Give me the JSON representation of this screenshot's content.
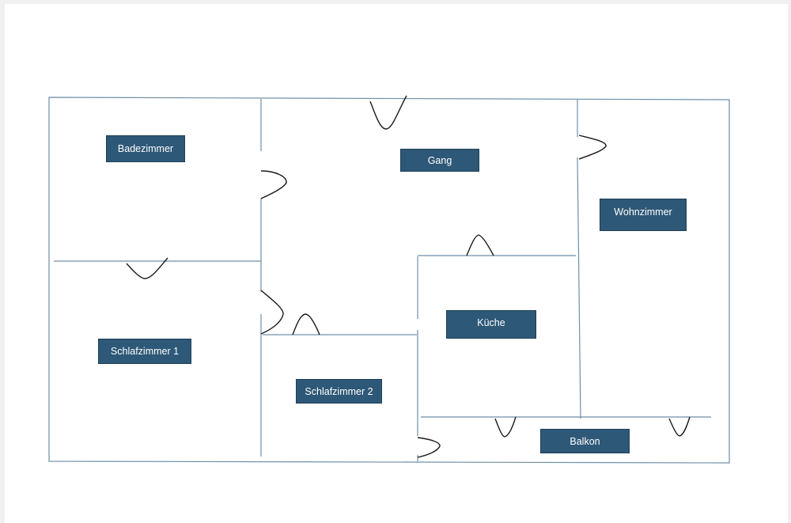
{
  "floorplan": {
    "wall_color": "#6f8fa8",
    "door_color": "#1a1a1a",
    "label_background": "#2e5877",
    "label_text_color": "#ffffff",
    "rooms": {
      "badezimmer": "Badezimmer",
      "gang": "Gang",
      "wohnzimmer": "Wohnzimmer",
      "kueche": "Küche",
      "schlafzimmer1": "Schlafzimmer 1",
      "schlafzimmer2": "Schlafzimmer 2",
      "balkon": "Balkon"
    }
  }
}
